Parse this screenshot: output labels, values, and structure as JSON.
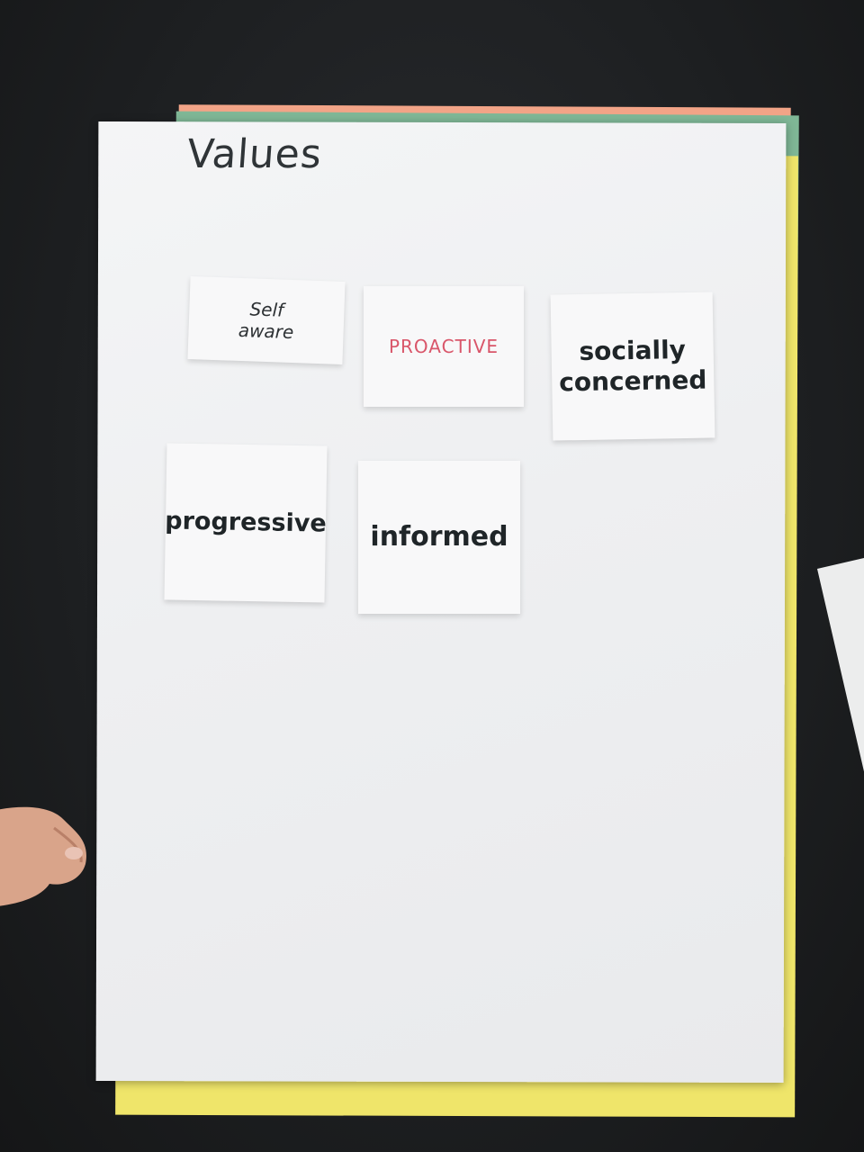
{
  "board": {
    "title": "Values"
  },
  "notes": [
    {
      "id": "self-aware",
      "text": "Self\naware",
      "ink_color": "#2d3134"
    },
    {
      "id": "proactive",
      "text": "PROACTIVE",
      "ink_color": "#d9566a"
    },
    {
      "id": "socially-concerned",
      "text": "socially\nconcerned",
      "ink_color": "#1f2528"
    },
    {
      "id": "progressive",
      "text": "progressive",
      "ink_color": "#1f2528"
    },
    {
      "id": "informed",
      "text": "informed",
      "ink_color": "#1f2528"
    }
  ],
  "colors": {
    "background": "#1b1d1f",
    "white_sheet": "#eeeff1",
    "yellow_sheet": "#efe56a",
    "green_sheet": "#7fb796",
    "orange_sheet": "#f2a487",
    "skin": "#d9a48a"
  }
}
